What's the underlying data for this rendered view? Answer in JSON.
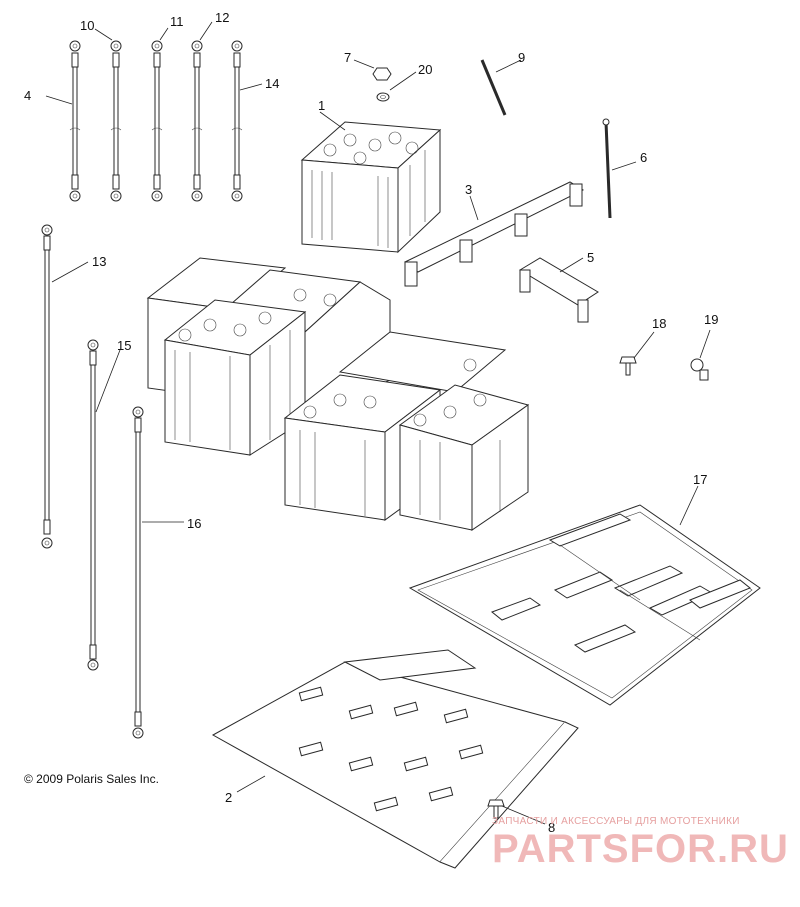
{
  "callouts": [
    {
      "id": "1",
      "label": "1"
    },
    {
      "id": "2",
      "label": "2"
    },
    {
      "id": "3",
      "label": "3"
    },
    {
      "id": "4",
      "label": "4"
    },
    {
      "id": "5",
      "label": "5"
    },
    {
      "id": "6",
      "label": "6"
    },
    {
      "id": "7",
      "label": "7"
    },
    {
      "id": "8",
      "label": "8"
    },
    {
      "id": "9",
      "label": "9"
    },
    {
      "id": "10",
      "label": "10"
    },
    {
      "id": "11",
      "label": "11"
    },
    {
      "id": "12",
      "label": "12"
    },
    {
      "id": "13",
      "label": "13"
    },
    {
      "id": "14",
      "label": "14"
    },
    {
      "id": "15",
      "label": "15"
    },
    {
      "id": "16",
      "label": "16"
    },
    {
      "id": "17",
      "label": "17"
    },
    {
      "id": "18",
      "label": "18"
    },
    {
      "id": "19",
      "label": "19"
    },
    {
      "id": "20",
      "label": "20"
    }
  ],
  "copyright": "© 2009 Polaris Sales Inc.",
  "watermark": {
    "top_text": "ЗАПЧАСТИ И АКСЕССУАРЫ ДЛЯ МОТОТЕХНИКИ",
    "main_text": "PARTSFOR.RU"
  }
}
